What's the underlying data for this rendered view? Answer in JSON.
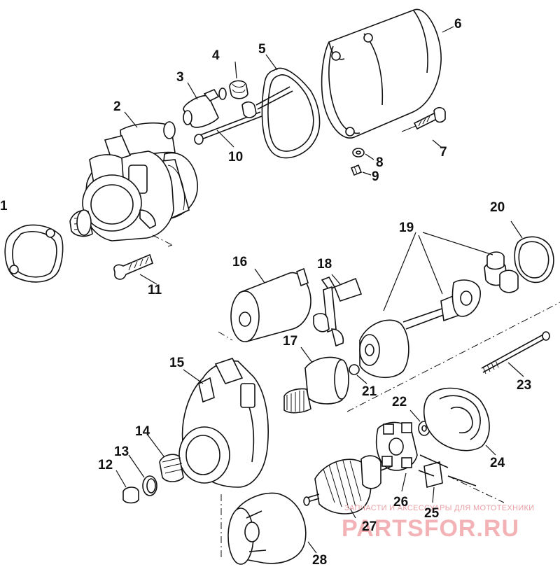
{
  "labels": [
    "1",
    "2",
    "3",
    "4",
    "5",
    "6",
    "7",
    "8",
    "9",
    "10",
    "11",
    "12",
    "13",
    "14",
    "15",
    "16",
    "17",
    "18",
    "19",
    "20",
    "21",
    "22",
    "23",
    "24",
    "25",
    "26",
    "27",
    "28"
  ],
  "watermark": {
    "small_text": "ЗАПЧАСТИ И АКСЕССУАРЫ ДЛЯ МОТОТЕХНИКИ",
    "big_text": "PARTSFOR.RU",
    "color": "#e8303a"
  }
}
